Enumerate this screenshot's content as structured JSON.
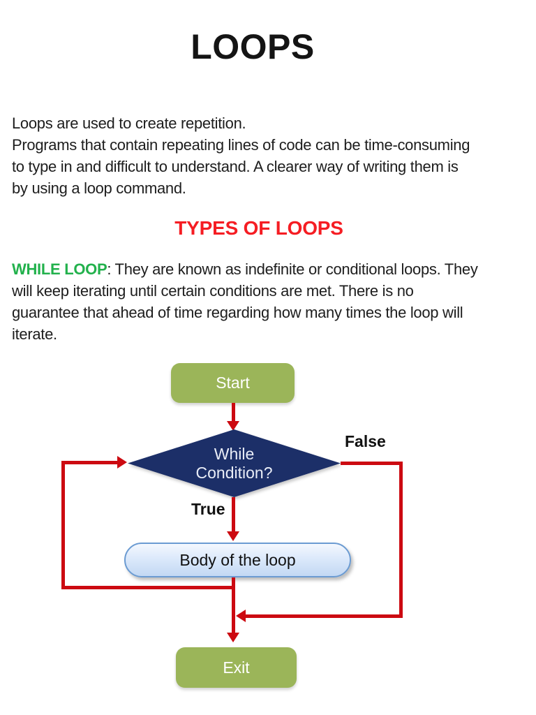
{
  "title": "LOOPS",
  "intro": {
    "lines": [
      "Loops are used to create repetition.",
      "Programs that contain repeating lines of code can be time-consuming",
      "to type in and difficult to understand. A clearer way of writing them is",
      "by using a loop command."
    ]
  },
  "section_heading": "TYPES OF LOOPS",
  "while_loop": {
    "keyword": "WHILE LOOP",
    "line1_rest": ": They are known as indefinite or conditional loops. They",
    "lines": [
      "will keep iterating until certain conditions are met. There is no",
      "guarantee that ahead of time regarding how many times the loop will",
      "iterate."
    ]
  },
  "flowchart": {
    "start_label": "Start",
    "decision": {
      "line1": "While",
      "line2": "Condition?"
    },
    "false_label": "False",
    "true_label": "True",
    "body_label": "Body of the loop",
    "exit_label": "Exit",
    "colors": {
      "node_green": "#9bb559",
      "decision_navy": "#1c2f68",
      "arrow_red": "#cc0a11",
      "body_fill_top": "#f4f8fe",
      "body_fill_bottom": "#c3d8f3",
      "body_border": "#6b9bd2"
    }
  },
  "colors": {
    "heading_red": "#f51d23",
    "keyword_green": "#22b14c",
    "body_text": "#1d1d1d",
    "background": "#ffffff"
  }
}
